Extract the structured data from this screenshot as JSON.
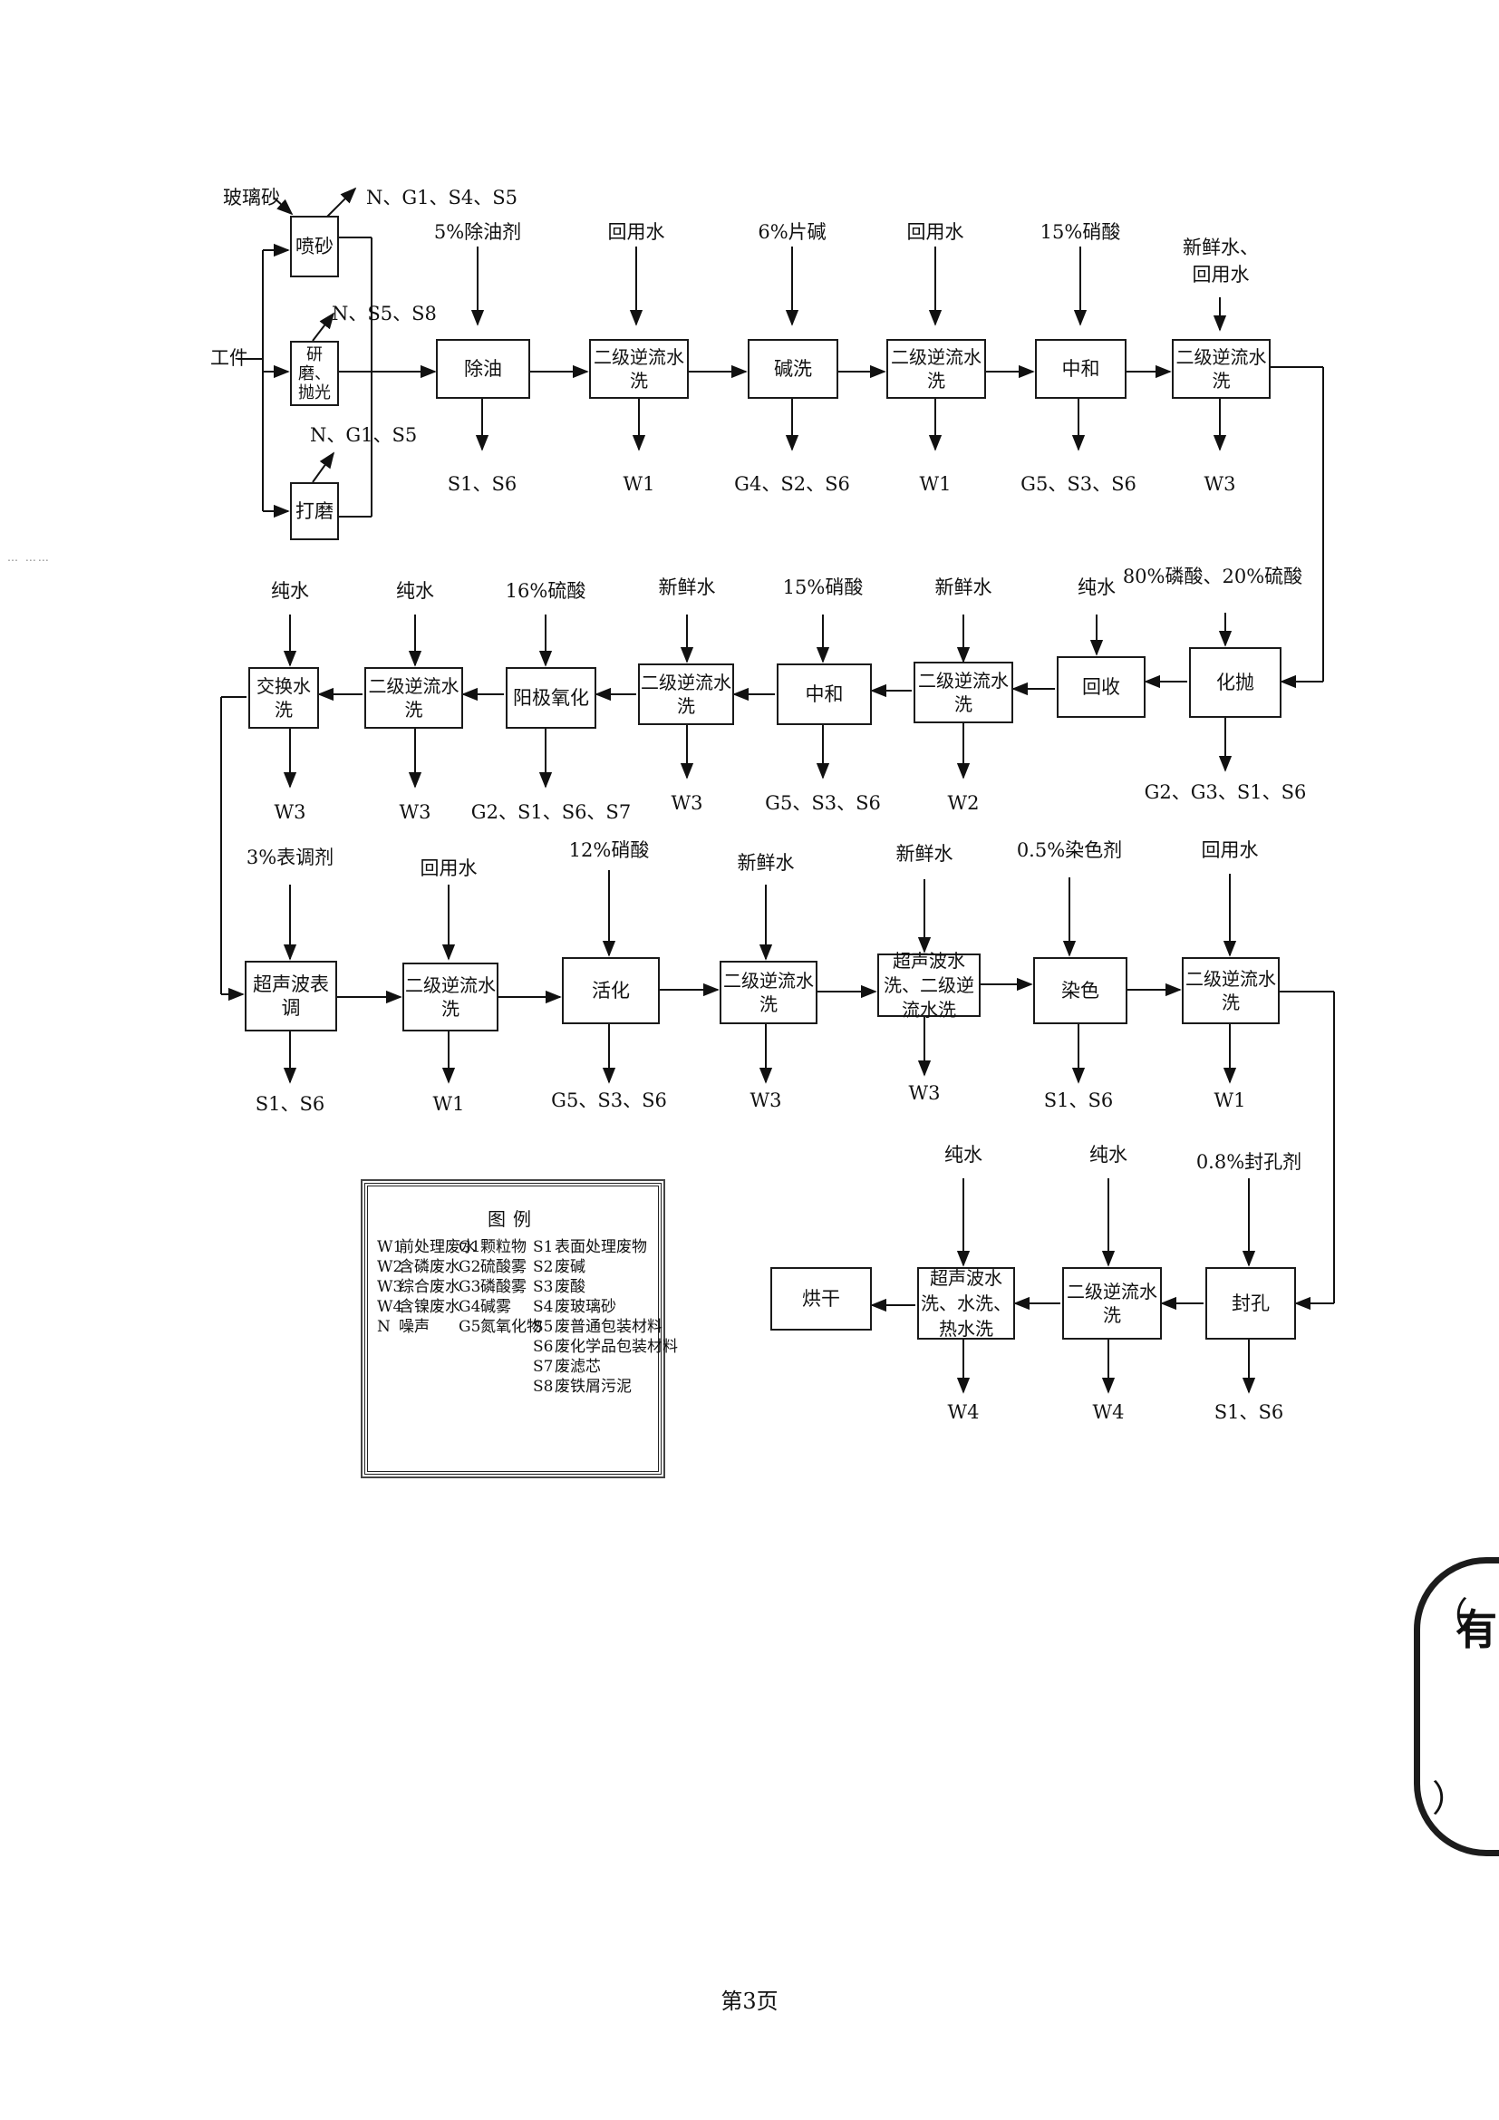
{
  "inputs": {
    "workpiece": "工件",
    "glass_sand": "玻璃砂",
    "degreaser": "5%除油剂",
    "reuse_water_1": "回用水",
    "caustic": "6%片碱",
    "reuse_water_2": "回用水",
    "nitric_1": "15%硝酸",
    "fresh_reuse_water": "新鲜水、回用水",
    "phos_sulf": "80%磷酸、20%硫酸",
    "pure_water_r2_1": "纯水",
    "fresh_water_r2_2": "新鲜水",
    "nitric_2": "15%硝酸",
    "fresh_water_r2_4": "新鲜水",
    "sulfuric_16": "16%硫酸",
    "pure_water_r2_6": "纯水",
    "pure_water_r2_7": "纯水",
    "surface_agent": "3%表调剂",
    "reuse_water_r3_2": "回用水",
    "nitric_12": "12%硝酸",
    "fresh_water_r3_4": "新鲜水",
    "fresh_water_r3_5": "新鲜水",
    "dye": "0.5%染色剂",
    "reuse_water_r3_7": "回用水",
    "sealant": "0.8%封孔剂",
    "pure_water_r4_2": "纯水",
    "pure_water_r4_3": "纯水"
  },
  "steps": {
    "sandblast": "喷砂",
    "grind_polish": "研磨、抛光",
    "polish_hand": "打磨",
    "degrease": "除油",
    "rinse_r1_2": "二级逆流水洗",
    "alkali_wash": "碱洗",
    "rinse_r1_4": "二级逆流水洗",
    "neutralize_1": "中和",
    "rinse_r1_6": "二级逆流水洗",
    "chem_polish": "化抛",
    "recovery": "回收",
    "rinse_r2_3": "二级逆流水洗",
    "neutralize_2": "中和",
    "rinse_r2_5": "二级逆流水洗",
    "anodize": "阳极氧化",
    "rinse_r2_7": "二级逆流水洗",
    "exchange_rinse": "交换水洗",
    "ultrasonic_adjust": "超声波表调",
    "rinse_r3_2": "二级逆流水洗",
    "activate": "活化",
    "rinse_r3_4": "二级逆流水洗",
    "ultrasonic_rinse": "超声波水洗、二级逆流水洗",
    "dyeing": "染色",
    "rinse_r3_7": "二级逆流水洗",
    "sealing": "封孔",
    "rinse_r4_2": "二级逆流水洗",
    "final_rinse": "超声波水洗、水洗、热水洗",
    "drying": "烘干"
  },
  "emissions": {
    "sandblast": "N、G1、S4、S5",
    "grind_polish": "N、S5、S8",
    "polish_hand": "N、G1、S5",
    "degrease": "S1、S6",
    "rinse_r1_2": "W1",
    "alkali_wash": "G4、S2、S6",
    "rinse_r1_4": "W1",
    "neutralize_1": "G5、S3、S6",
    "rinse_r1_6": "W3",
    "chem_polish": "G2、G3、S1、S6",
    "rinse_r2_3": "W2",
    "neutralize_2": "G5、S3、S6",
    "rinse_r2_5": "W3",
    "anodize": "G2、S1、S6、S7",
    "rinse_r2_7": "W3",
    "exchange_rinse": "W3",
    "ultrasonic_adjust": "S1、S6",
    "rinse_r3_2": "W1",
    "activate": "G5、S3、S6",
    "rinse_r3_4": "W3",
    "ultrasonic_rinse": "W3",
    "dyeing": "S1、S6",
    "rinse_r3_7": "W1",
    "sealing": "S1、S6",
    "rinse_r4_2": "W4",
    "final_rinse": "W4"
  },
  "legend": {
    "title": "图例",
    "water": [
      {
        "code": "W1",
        "label": "前处理废水"
      },
      {
        "code": "W2",
        "label": "含磷废水"
      },
      {
        "code": "W3",
        "label": "综合废水"
      },
      {
        "code": "W4",
        "label": "含镍废水"
      },
      {
        "code": "N",
        "label": "噪声"
      }
    ],
    "gas": [
      {
        "code": "G1",
        "label": "颗粒物"
      },
      {
        "code": "G2",
        "label": "硫酸雾"
      },
      {
        "code": "G3",
        "label": "磷酸雾"
      },
      {
        "code": "G4",
        "label": "碱雾"
      },
      {
        "code": "G5",
        "label": "氮氧化物"
      }
    ],
    "solid": [
      {
        "code": "S1",
        "label": "表面处理废物"
      },
      {
        "code": "S2",
        "label": "废碱"
      },
      {
        "code": "S3",
        "label": "废酸"
      },
      {
        "code": "S4",
        "label": "废玻璃砂"
      },
      {
        "code": "S5",
        "label": "废普通包装材料"
      },
      {
        "code": "S6",
        "label": "废化学品包装材料"
      },
      {
        "code": "S7",
        "label": "废滤芯"
      },
      {
        "code": "S8",
        "label": "废铁屑污泥"
      }
    ]
  },
  "page_number": "第3页",
  "stamp_chars": [
    "有",
    "（",
    "）"
  ]
}
